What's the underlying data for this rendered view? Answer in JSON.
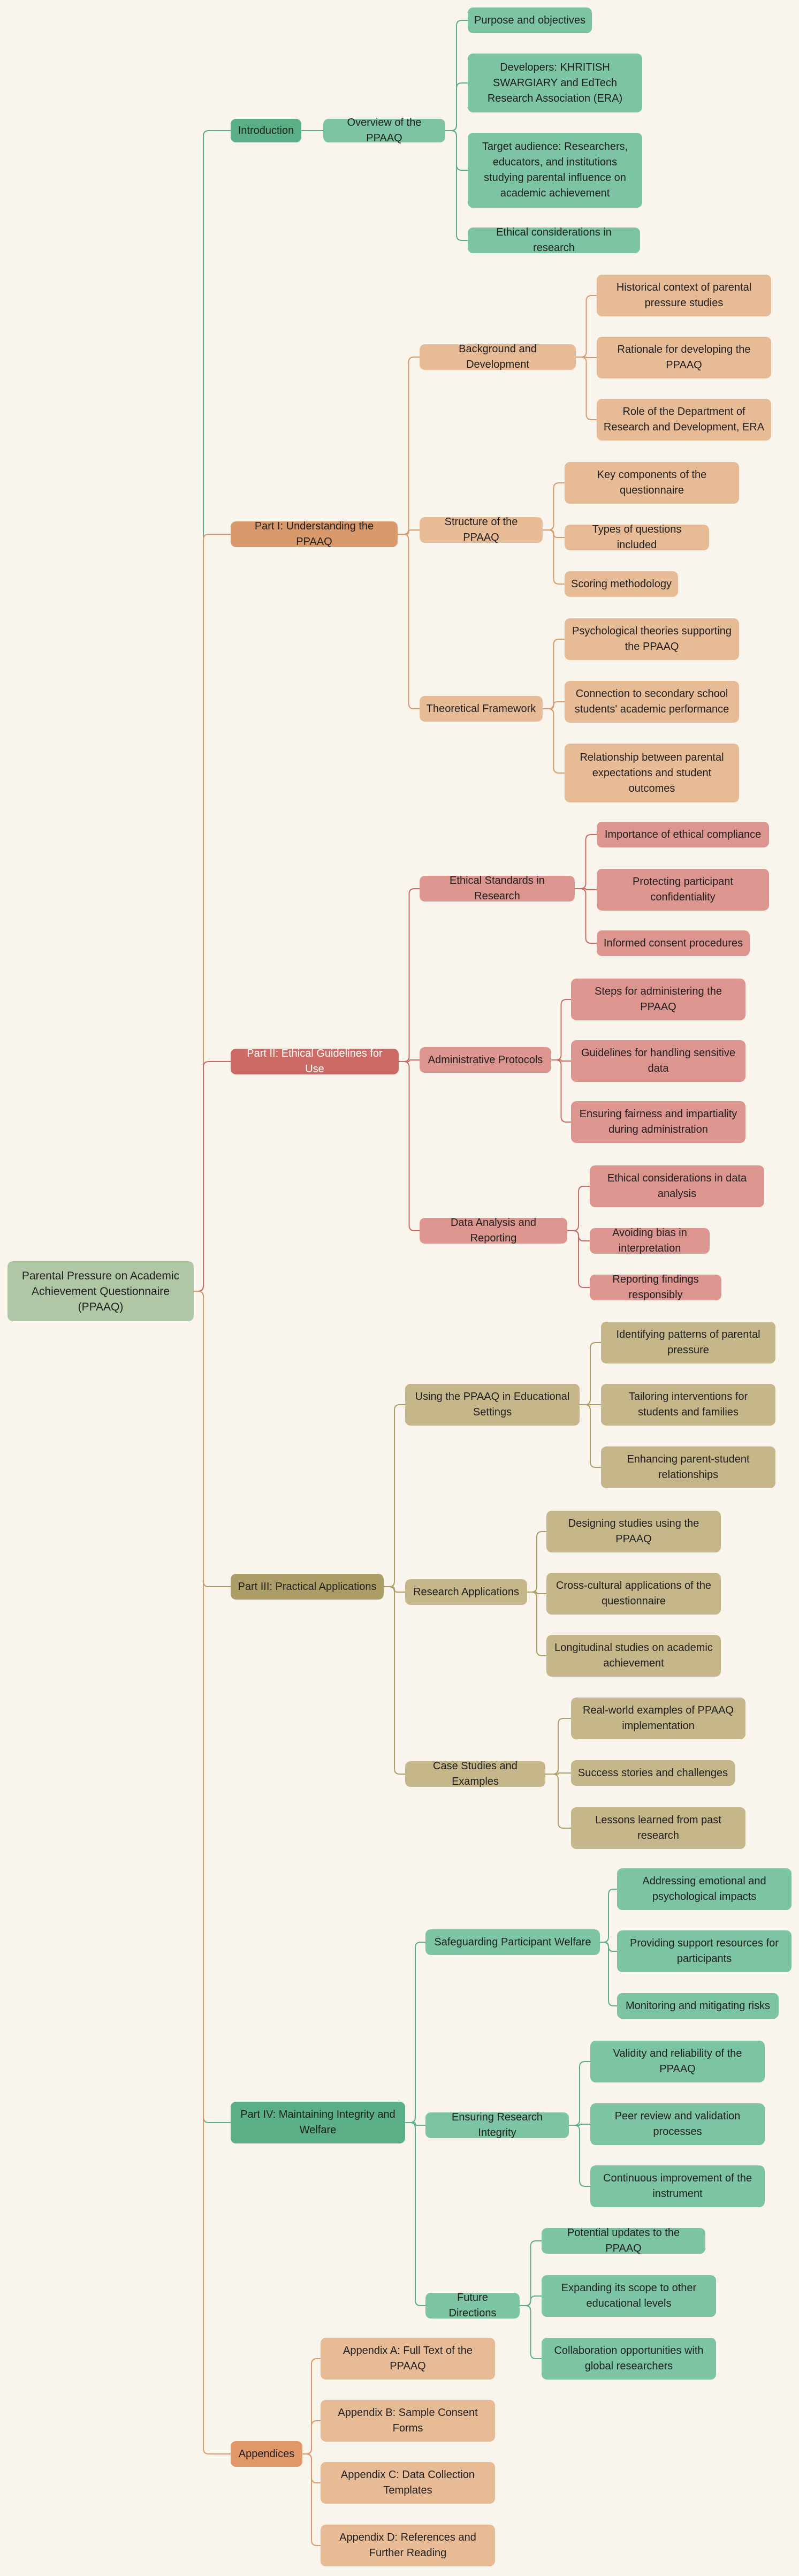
{
  "root": "Parental Pressure on Academic Achievement Questionnaire (PPAAQ)",
  "sections": [
    {
      "label": "Introduction",
      "theme": "intro",
      "children": [
        {
          "label": "Overview of the PPAAQ",
          "children": [
            "Purpose and objectives",
            "Developers: KHRITISH SWARGIARY and EdTech Research Association (ERA)",
            "Target audience: Researchers, educators, and institutions studying parental influence on academic achievement",
            "Ethical considerations in research"
          ]
        }
      ]
    },
    {
      "label": "Part I: Understanding the PPAAQ",
      "theme": "peach",
      "children": [
        {
          "label": "Background and Development",
          "children": [
            "Historical context of parental pressure studies",
            "Rationale for developing the PPAAQ",
            "Role of the Department of Research and Development, ERA"
          ]
        },
        {
          "label": "Structure of the PPAAQ",
          "children": [
            "Key components of the questionnaire",
            "Types of questions included",
            "Scoring methodology"
          ]
        },
        {
          "label": "Theoretical Framework",
          "children": [
            "Psychological theories supporting the PPAAQ",
            "Connection to secondary school students' academic performance",
            "Relationship between parental expectations and student outcomes"
          ]
        }
      ]
    },
    {
      "label": "Part II: Ethical Guidelines for Use",
      "theme": "red",
      "children": [
        {
          "label": "Ethical Standards in Research",
          "children": [
            "Importance of ethical compliance",
            "Protecting participant confidentiality",
            "Informed consent procedures"
          ]
        },
        {
          "label": "Administrative Protocols",
          "children": [
            "Steps for administering the PPAAQ",
            "Guidelines for handling sensitive data",
            "Ensuring fairness and impartiality during administration"
          ]
        },
        {
          "label": "Data Analysis and Reporting",
          "children": [
            "Ethical considerations in data analysis",
            "Avoiding bias in interpretation",
            "Reporting findings responsibly"
          ]
        }
      ]
    },
    {
      "label": "Part III: Practical Applications",
      "theme": "khaki",
      "children": [
        {
          "label": "Using the PPAAQ in Educational Settings",
          "children": [
            "Identifying patterns of parental pressure",
            "Tailoring interventions for students and families",
            "Enhancing parent-student relationships"
          ]
        },
        {
          "label": "Research Applications",
          "children": [
            "Designing studies using the PPAAQ",
            "Cross-cultural applications of the questionnaire",
            "Longitudinal studies on academic achievement"
          ]
        },
        {
          "label": "Case Studies and Examples",
          "children": [
            "Real-world examples of PPAAQ implementation",
            "Success stories and challenges",
            "Lessons learned from past research"
          ]
        }
      ]
    },
    {
      "label": "Part IV: Maintaining Integrity and Welfare",
      "theme": "green",
      "children": [
        {
          "label": "Safeguarding Participant Welfare",
          "children": [
            "Addressing emotional and psychological impacts",
            "Providing support resources for participants",
            "Monitoring and mitigating risks"
          ]
        },
        {
          "label": "Ensuring Research Integrity",
          "children": [
            "Validity and reliability of the PPAAQ",
            "Peer review and validation processes",
            "Continuous improvement of the instrument"
          ]
        },
        {
          "label": "Future Directions",
          "children": [
            "Potential updates to the PPAAQ",
            "Expanding its scope to other educational levels",
            "Collaboration opportunities with global researchers"
          ]
        }
      ]
    },
    {
      "label": "Appendices",
      "theme": "app",
      "children": [
        {
          "label": "Appendix A: Full Text of the PPAAQ",
          "children": []
        },
        {
          "label": "Appendix B: Sample Consent Forms",
          "children": []
        },
        {
          "label": "Appendix C: Data Collection Templates",
          "children": []
        },
        {
          "label": "Appendix D: References and Further Reading",
          "children": []
        }
      ]
    }
  ]
}
